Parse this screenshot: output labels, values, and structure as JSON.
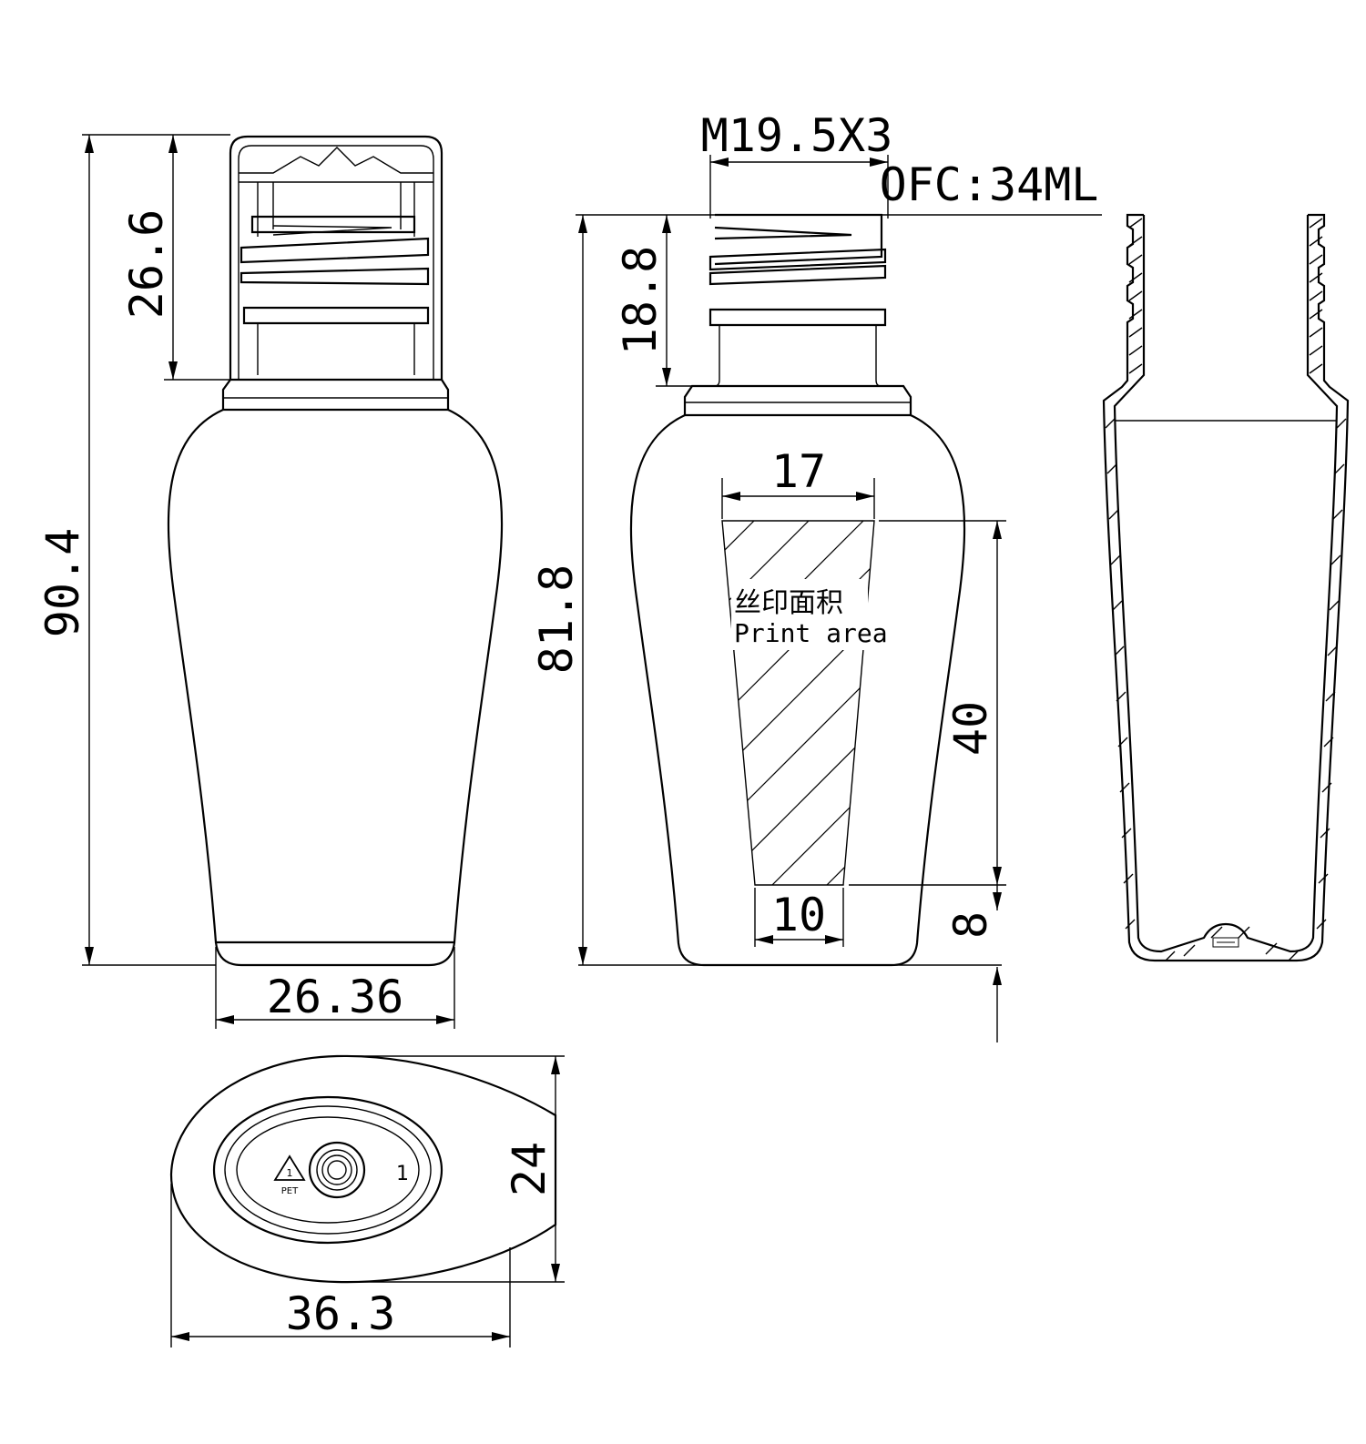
{
  "dimensions": {
    "total_height": "90.4",
    "cap_height": "26.6",
    "base_width": "26.36",
    "thread": "M19.5X3",
    "capacity": "OFC:34ML",
    "neck_height": "18.8",
    "bottle_height": "81.8",
    "print_top_width": "17",
    "print_height": "40",
    "print_bottom_width": "10",
    "print_bottom_offset": "8",
    "bottom_height": "24",
    "bottom_width": "36.3"
  },
  "print_area": {
    "label_cn": "丝印面积",
    "label_en": "Print area"
  },
  "bottom_marks": {
    "recycle_number": "1",
    "recycle_code": "PET",
    "cavity_number": "1"
  }
}
